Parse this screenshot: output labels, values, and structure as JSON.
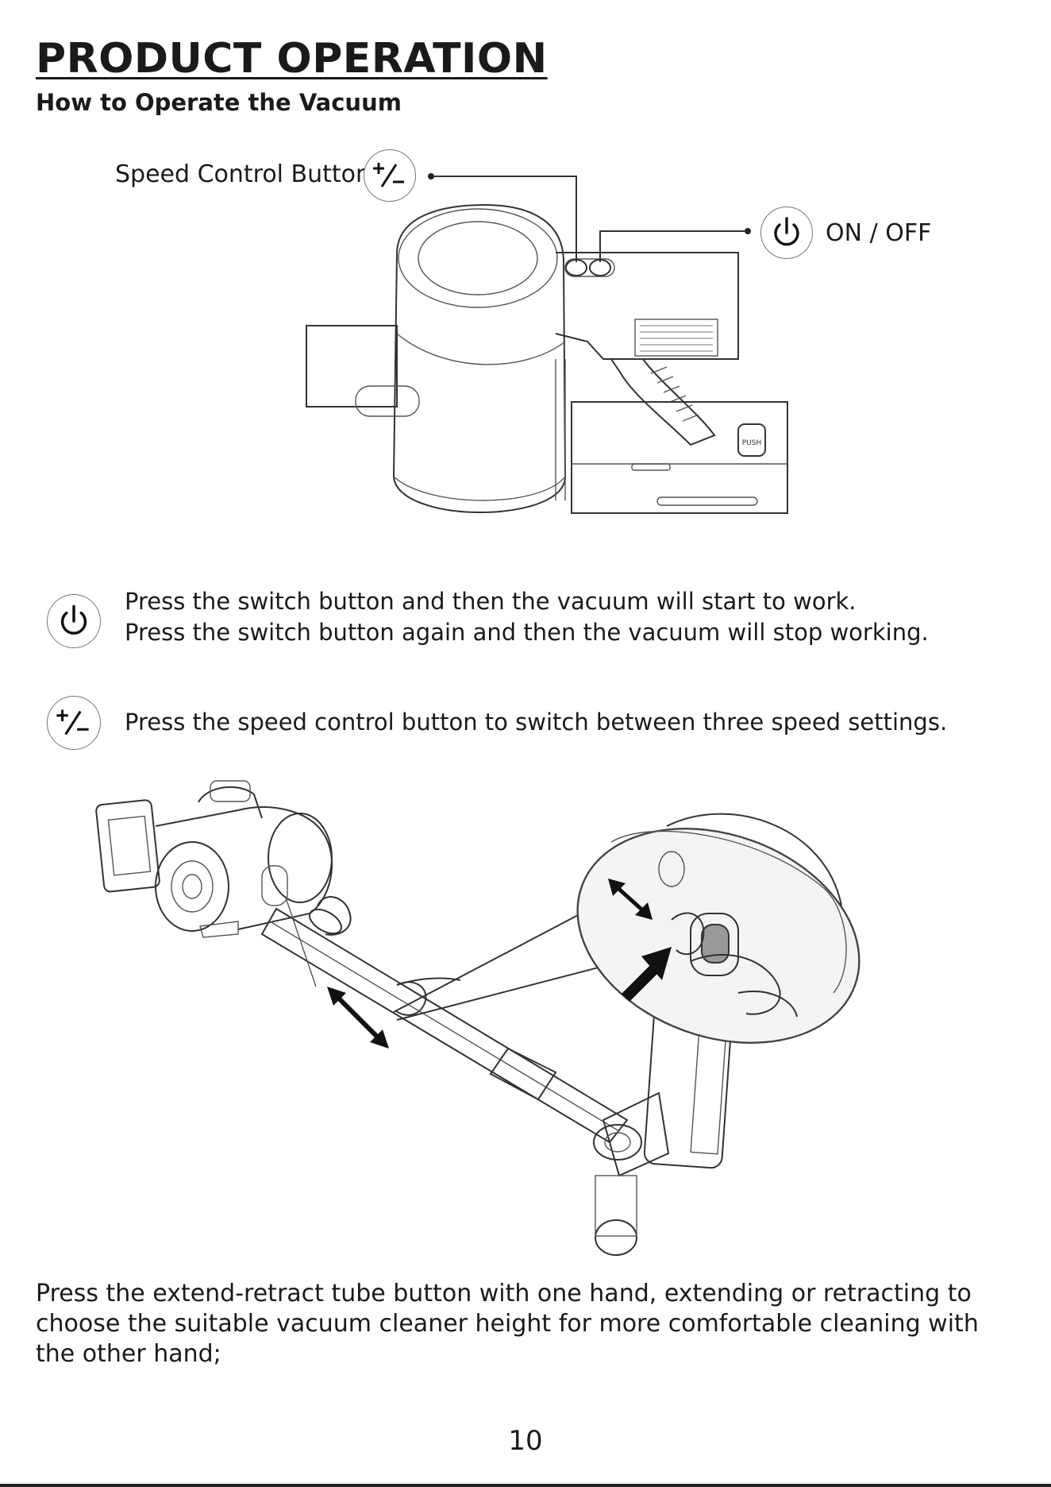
{
  "header": {
    "title": "PRODUCT OPERATION",
    "subtitle": "How to Operate the Vacuum"
  },
  "diagram_top": {
    "speed_label": "Speed Control Button",
    "power_label": "ON / OFF",
    "speed_icon": "plus-minus-icon",
    "power_icon": "power-icon",
    "battery_button_text": "PUSH"
  },
  "instructions": {
    "power_line1": "Press the switch button and then the vacuum will start to work.",
    "power_line2": "Press the switch button again and then the vacuum will stop working.",
    "speed_line": "Press the speed control button to switch between three speed settings."
  },
  "tube": {
    "paragraph": "Press the extend-retract tube button with one hand, extending or retracting to choose the suitable vacuum cleaner height for more comfortable cleaning with the other hand;"
  },
  "footer": {
    "page_number": "10"
  }
}
